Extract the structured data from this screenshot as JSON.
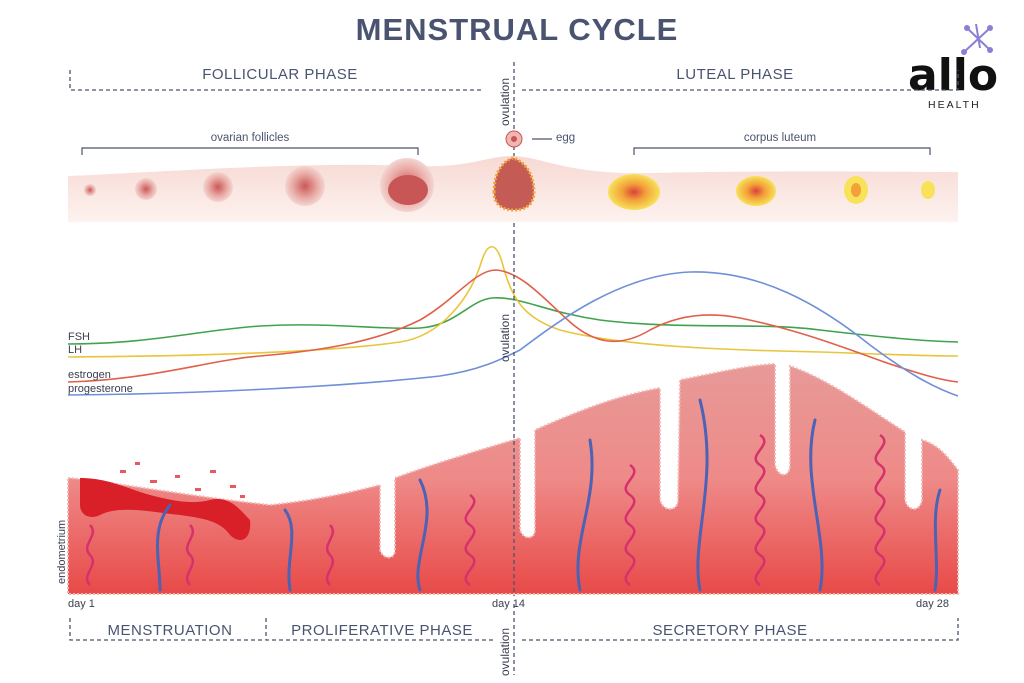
{
  "title": "MENSTRUAL CYCLE",
  "phases_top": {
    "left": "FOLLICULAR PHASE",
    "right": "LUTEAL PHASE",
    "divider": "ovulation"
  },
  "ovary": {
    "follicles_label": "ovarian follicles",
    "egg_label": "egg",
    "corpus_label": "corpus luteum"
  },
  "hormones": {
    "divider": "ovulation",
    "items": [
      {
        "name": "FSH",
        "color": "#3fa34d"
      },
      {
        "name": "LH",
        "color": "#e8c53a"
      },
      {
        "name": "estrogen",
        "color": "#e0604a"
      },
      {
        "name": "progesterone",
        "color": "#6f8fd8"
      }
    ]
  },
  "endometrium_label": "endometrium",
  "days": {
    "start": "day 1",
    "mid": "day 14",
    "end": "day 28"
  },
  "phases_bottom": {
    "first": "MENSTRUATION",
    "second": "PROLIFERATIVE PHASE",
    "divider": "ovulation",
    "third": "SECRETORY PHASE"
  },
  "logo": {
    "brand": "allo",
    "sub": "HEALTH",
    "accent": "#8a7fd6"
  }
}
